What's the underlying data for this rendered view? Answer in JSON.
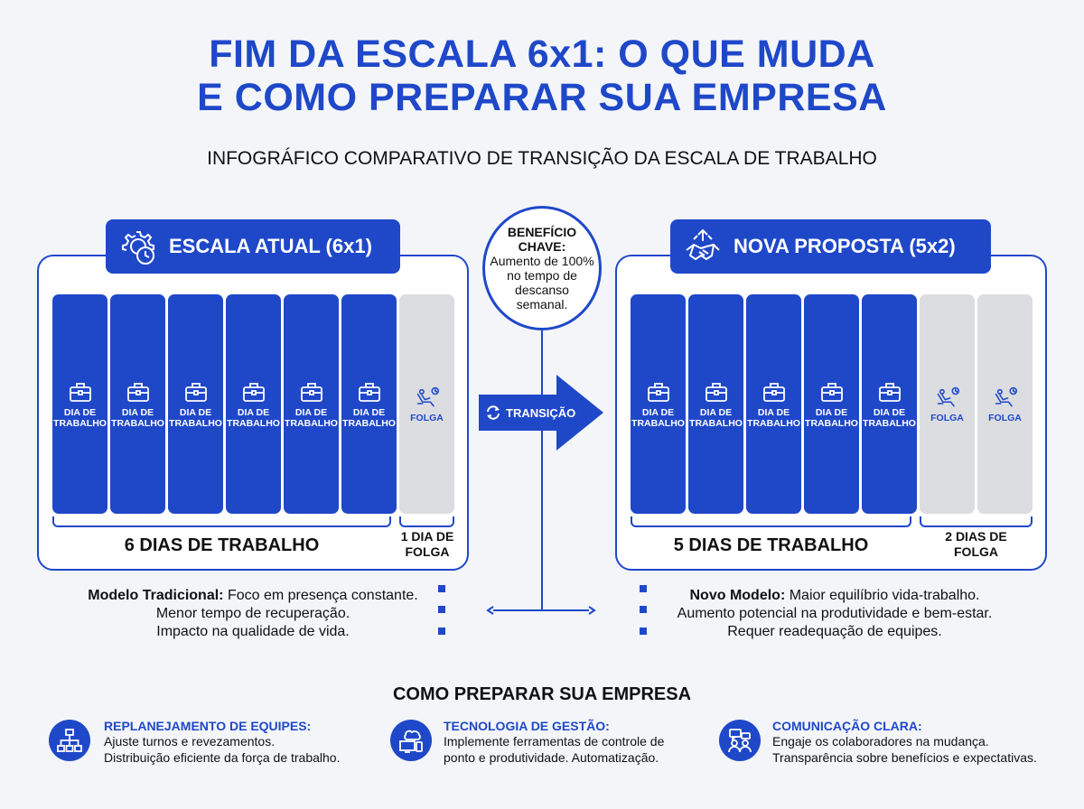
{
  "title": {
    "line1": "FIM DA ESCALA 6x1: O QUE MUDA",
    "line2": "E COMO PREPARAR SUA EMPRESA"
  },
  "subtitle": "INFOGRÁFICO COMPARATIVO DE TRANSIÇÃO DA ESCALA DE TRABALHO",
  "colors": {
    "primary": "#1f48c9",
    "off_day": "#dcdde1",
    "background": "#f3f5f9"
  },
  "left_panel": {
    "header": "ESCALA ATUAL (6x1)",
    "header_icon": "gear-clock-icon",
    "days": [
      {
        "type": "work",
        "line1": "DIA DE",
        "line2": "TRABALHO",
        "icon": "briefcase-icon"
      },
      {
        "type": "work",
        "line1": "DIA DE",
        "line2": "TRABALHO",
        "icon": "briefcase-icon"
      },
      {
        "type": "work",
        "line1": "DIA DE",
        "line2": "TRABALHO",
        "icon": "briefcase-icon"
      },
      {
        "type": "work",
        "line1": "DIA DE",
        "line2": "TRABALHO",
        "icon": "briefcase-icon"
      },
      {
        "type": "work",
        "line1": "DIA DE",
        "line2": "TRABALHO",
        "icon": "briefcase-icon"
      },
      {
        "type": "work",
        "line1": "DIA DE",
        "line2": "TRABALHO",
        "icon": "briefcase-icon"
      },
      {
        "type": "off",
        "line1": "FOLGA",
        "line2": "",
        "icon": "recliner-icon"
      }
    ],
    "work_summary": "6 DIAS DE TRABALHO",
    "off_summary_1": "1 DIA DE",
    "off_summary_2": "FOLGA"
  },
  "right_panel": {
    "header": "NOVA PROPOSTA (5x2)",
    "header_icon": "handshake-growth-icon",
    "days": [
      {
        "type": "work",
        "line1": "DIA DE",
        "line2": "TRABALHO",
        "icon": "briefcase-icon"
      },
      {
        "type": "work",
        "line1": "DIA DE",
        "line2": "TRABALHO",
        "icon": "briefcase-icon"
      },
      {
        "type": "work",
        "line1": "DIA DE",
        "line2": "TRABALHO",
        "icon": "briefcase-icon"
      },
      {
        "type": "work",
        "line1": "DIA DE",
        "line2": "TRABALHO",
        "icon": "briefcase-icon"
      },
      {
        "type": "work",
        "line1": "DIA DE",
        "line2": "TRABALHO",
        "icon": "briefcase-icon"
      },
      {
        "type": "off",
        "line1": "FOLGA",
        "line2": "",
        "icon": "recliner-icon"
      },
      {
        "type": "off",
        "line1": "FOLGA",
        "line2": "",
        "icon": "recliner-icon"
      }
    ],
    "work_summary": "5 DIAS DE TRABALHO",
    "off_summary_1": "2 DIAS DE",
    "off_summary_2": "FOLGA"
  },
  "benefit": {
    "title1": "BENEFÍCIO",
    "title2": "CHAVE:",
    "text1": "Aumento de 100%",
    "text2": "no tempo de",
    "text3": "descanso",
    "text4": "semanal."
  },
  "transition": {
    "label": "TRANSIÇÃO",
    "icon": "refresh-icon"
  },
  "left_notes": {
    "bold": "Modelo Tradicional:",
    "line1": " Foco em presença constante.",
    "line2": "Menor tempo de recuperação.",
    "line3": "Impacto na qualidade de vida."
  },
  "right_notes": {
    "bold": "Novo Modelo:",
    "line1": " Maior equilíbrio vida-trabalho.",
    "line2": "Aumento potencial na produtividade e bem-estar.",
    "line3": "Requer readequação de equipes."
  },
  "prepare": {
    "title": "COMO PREPARAR SUA EMPRESA",
    "tips": [
      {
        "title": "REPLANEJAMENTO DE EQUIPES:",
        "line1": "Ajuste turnos e revezamentos.",
        "line2": "Distribuição eficiente da força de trabalho.",
        "icon": "org-chart-icon"
      },
      {
        "title": "TECNOLOGIA DE GESTÃO:",
        "line1": "Implemente ferramentas de controle de",
        "line2": "ponto e produtividade. Automatização.",
        "icon": "cloud-devices-icon"
      },
      {
        "title": "COMUNICAÇÃO CLARA:",
        "line1": "Engaje os colaboradores na mudança.",
        "line2": "Transparência sobre benefícios e expectativas.",
        "icon": "people-chat-icon"
      }
    ]
  }
}
